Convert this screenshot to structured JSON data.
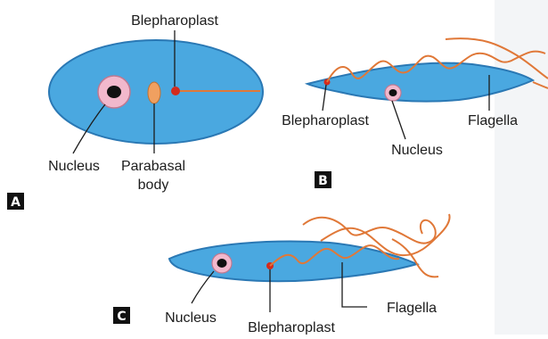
{
  "colors": {
    "cell_fill": "#4aa8e0",
    "cell_stroke": "#2a78b4",
    "flagellum": "#e07838",
    "blepharoplast": "#d42a1c",
    "nucleus_ring": "#f2b8cc",
    "nucleus_core": "#111111",
    "parabasal_body": "#f0a060",
    "tag_bg": "#111111"
  },
  "panels": [
    {
      "tag": "A",
      "labels": {
        "blepharoplast": "Blepharoplast",
        "nucleus": "Nucleus",
        "parabasal_line1": "Parabasal",
        "parabasal_line2": "body"
      }
    },
    {
      "tag": "B",
      "labels": {
        "blepharoplast": "Blepharoplast",
        "nucleus": "Nucleus",
        "flagella": "Flagella"
      }
    },
    {
      "tag": "C",
      "labels": {
        "nucleus": "Nucleus",
        "blepharoplast": "Blepharoplast",
        "flagella": "Flagella"
      }
    }
  ]
}
